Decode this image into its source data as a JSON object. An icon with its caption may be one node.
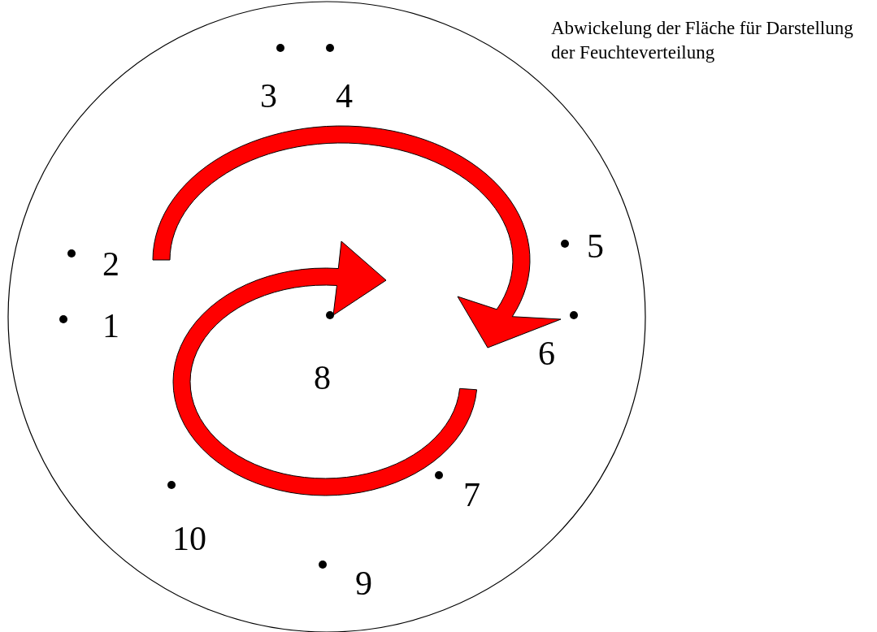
{
  "diagram": {
    "title": "Abwickelung der Fläche für Darstellung der Feuchteverteilung",
    "labels": [
      "3",
      "4",
      "2",
      "5",
      "1",
      "6",
      "8",
      "7",
      "10",
      "9"
    ]
  }
}
